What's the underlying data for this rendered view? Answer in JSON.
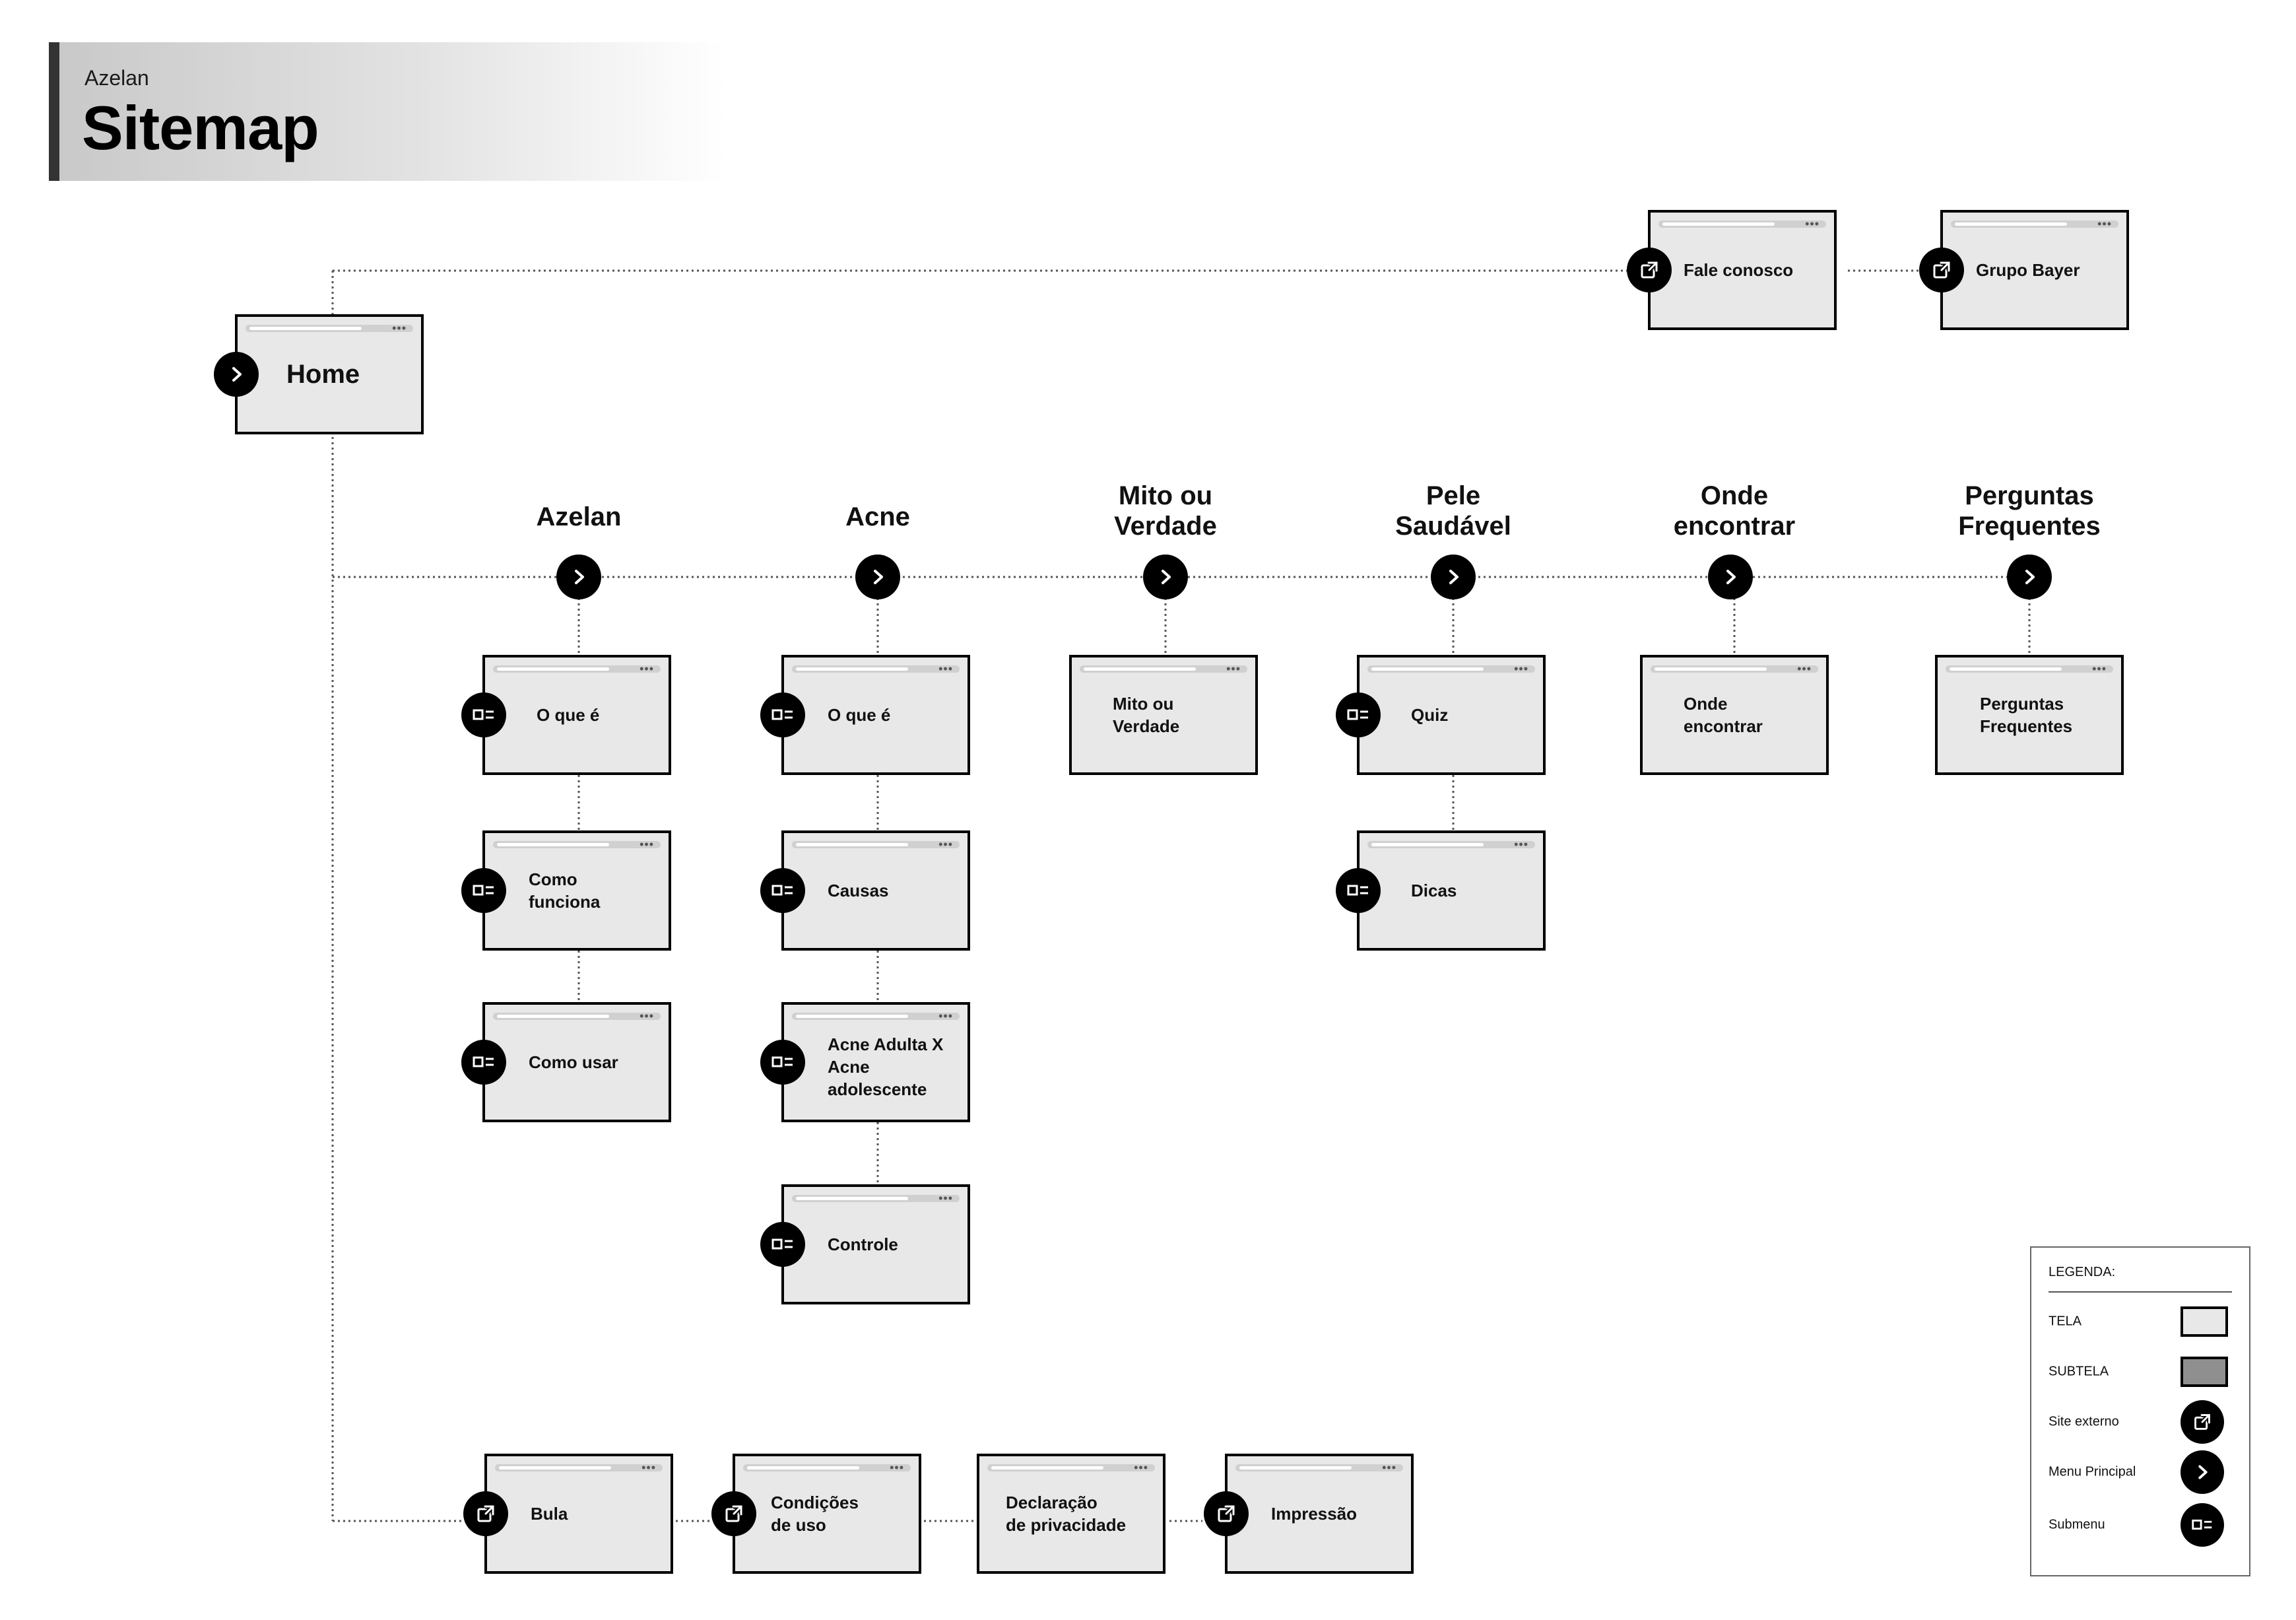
{
  "header": {
    "kicker": "Azelan",
    "title": "Sitemap"
  },
  "home": {
    "label": "Home",
    "icon": "chevron-right-icon"
  },
  "utility_links": [
    {
      "label": "Fale conosco",
      "icon": "external-link-icon"
    },
    {
      "label": "Grupo Bayer",
      "icon": "external-link-icon"
    }
  ],
  "main_menu": [
    {
      "title": "Azelan",
      "pages": [
        "O que é",
        "Como\nfunciona",
        "Como usar"
      ]
    },
    {
      "title": "Acne",
      "pages": [
        "O que é",
        "Causas",
        "Acne Adulta X\nAcne\nadolescente",
        "Controle"
      ]
    },
    {
      "title": "Mito ou\nVerdade",
      "pages": [
        "Mito ou\nVerdade"
      ]
    },
    {
      "title": "Pele\nSaudável",
      "pages": [
        "Quiz",
        "Dicas"
      ]
    },
    {
      "title": "Onde\nencontrar",
      "pages": [
        "Onde\nencontrar"
      ]
    },
    {
      "title": "Perguntas\nFrequentes",
      "pages": [
        "Perguntas\nFrequentes"
      ]
    }
  ],
  "footer_links": [
    {
      "label": "Bula",
      "icon": "external-link-icon"
    },
    {
      "label": "Condições\nde uso",
      "icon": "external-link-icon"
    },
    {
      "label": "Declaração\nde privacidade",
      "icon": ""
    },
    {
      "label": "Impressão",
      "icon": "external-link-icon"
    }
  ],
  "legend": {
    "heading": "LEGENDA:",
    "items": [
      {
        "label": "TELA",
        "swatch": "#e8e8e8"
      },
      {
        "label": "SUBTELA",
        "swatch": "#8f8f8f"
      },
      {
        "label": "Site externo",
        "icon": "external-link-icon"
      },
      {
        "label": "Menu Principal",
        "icon": "chevron-right-icon"
      },
      {
        "label": "Submenu",
        "icon": "submenu-icon"
      }
    ]
  },
  "colors": {
    "box_fill": "#e8e8e8",
    "subtela_fill": "#8f8f8f",
    "badge": "#000000",
    "connector": "#555555"
  }
}
